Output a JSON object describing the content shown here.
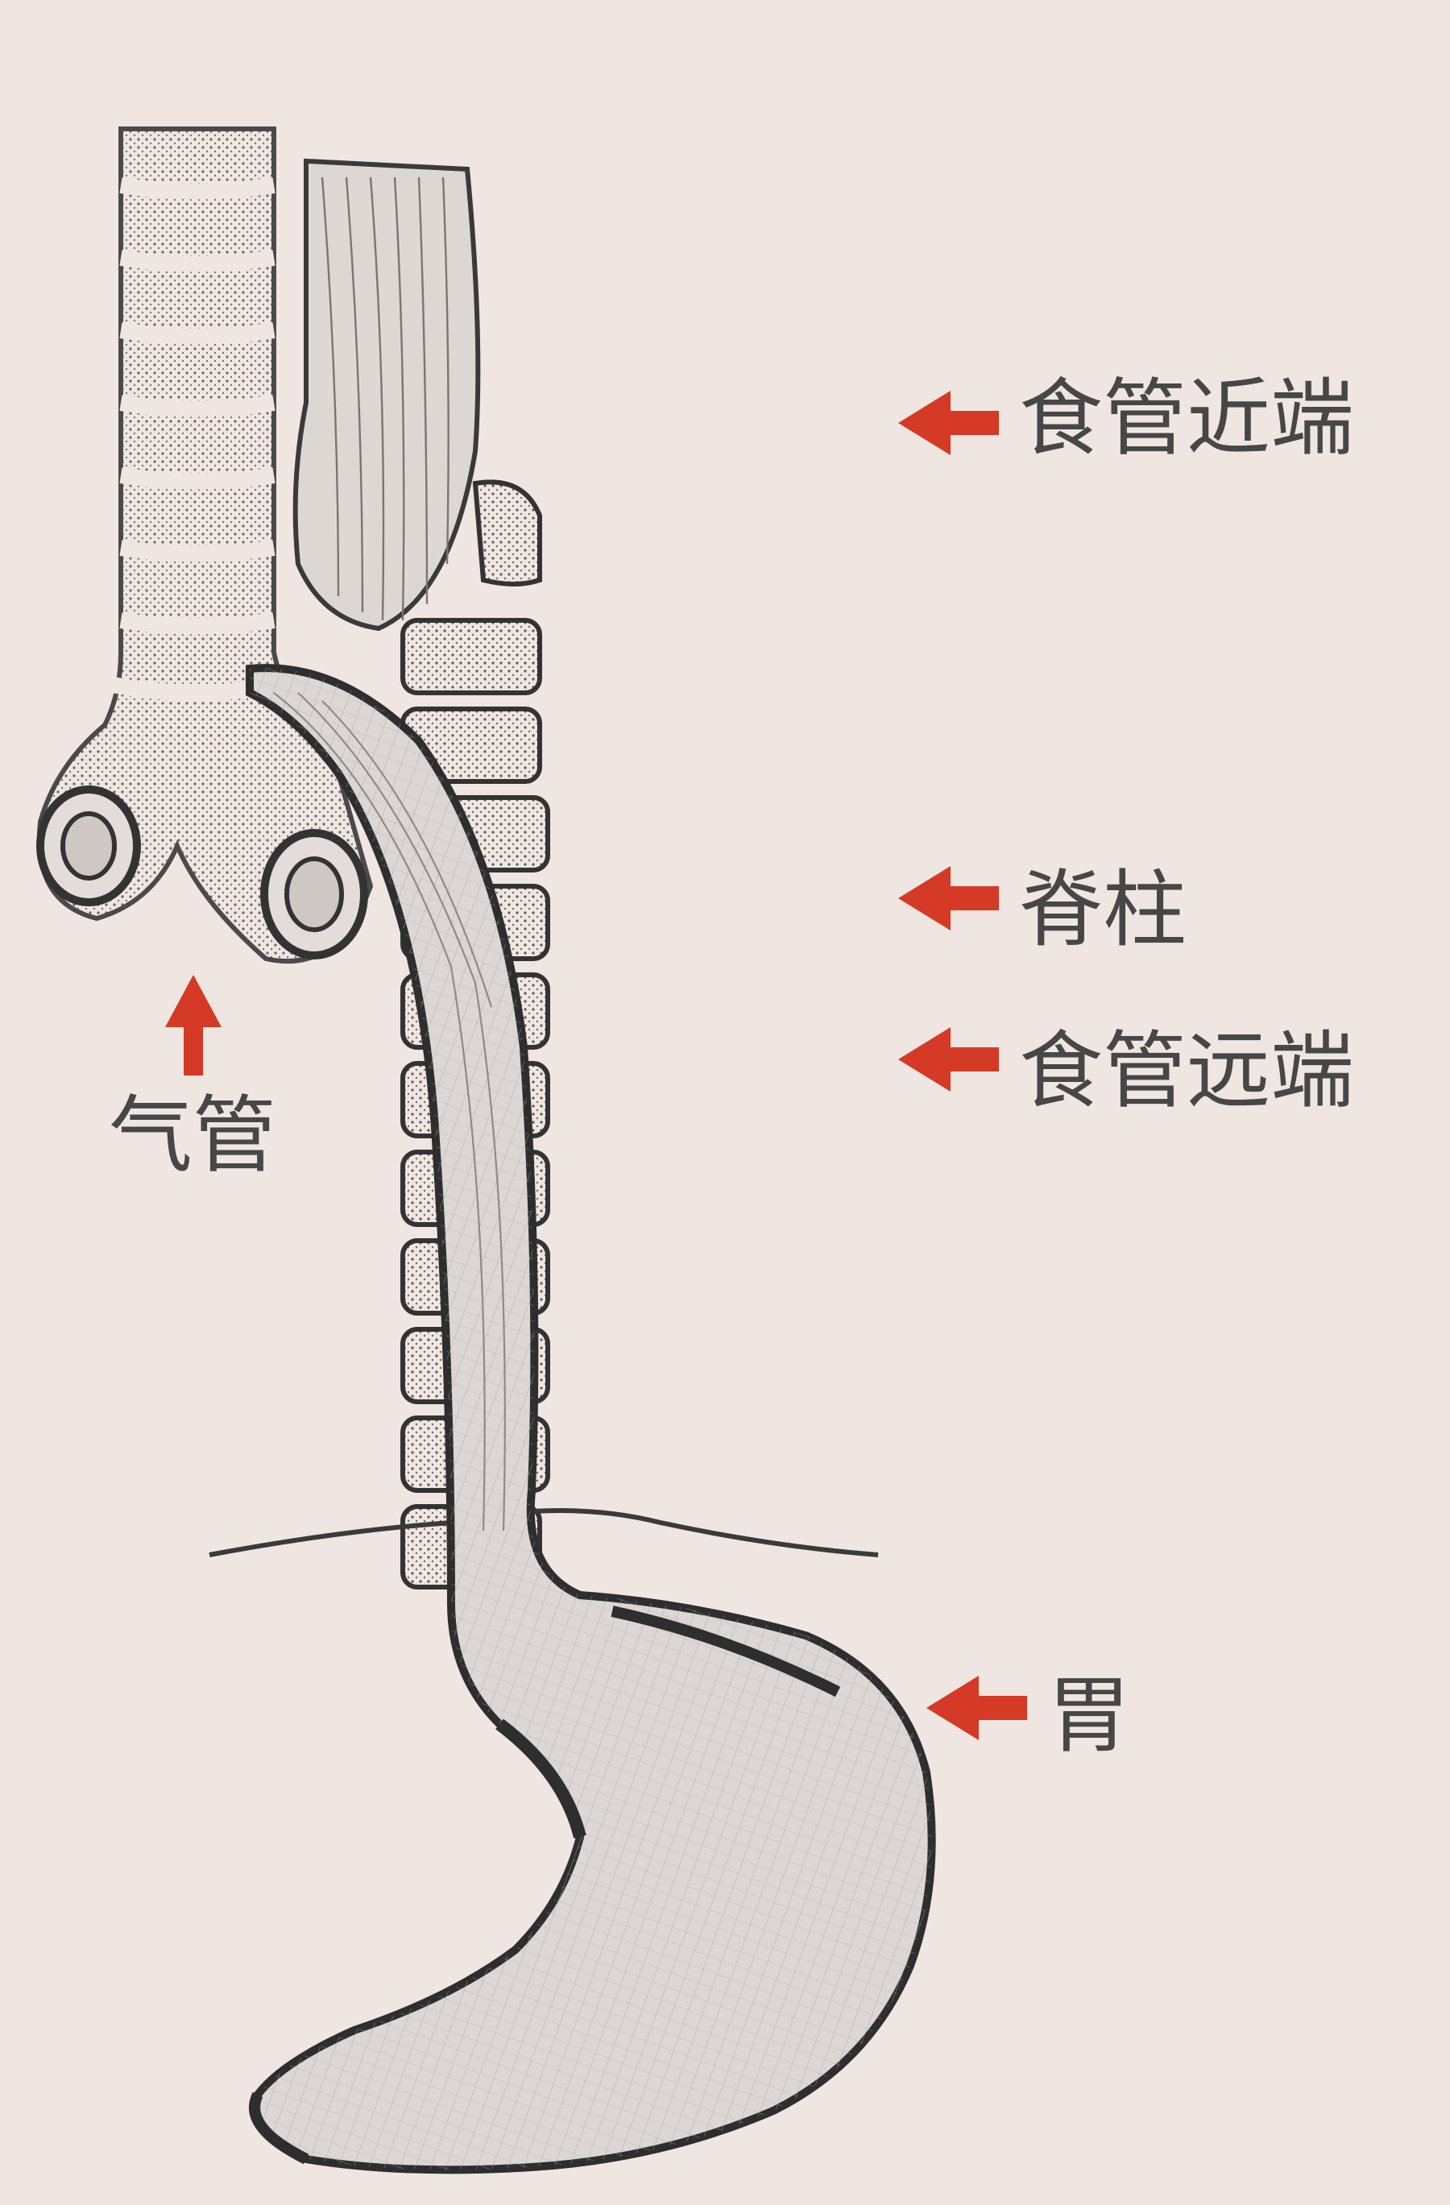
{
  "colors": {
    "background": "#efe6e1",
    "ink": "#3a3a3a",
    "tissue": "#d9d4d1",
    "arrow": "#d43a25",
    "label": "#474747"
  },
  "labels": {
    "proximal_esophagus": "食管近端",
    "spine": "脊柱",
    "distal_esophagus": "食管远端",
    "trachea": "气管",
    "stomach": "胃"
  }
}
